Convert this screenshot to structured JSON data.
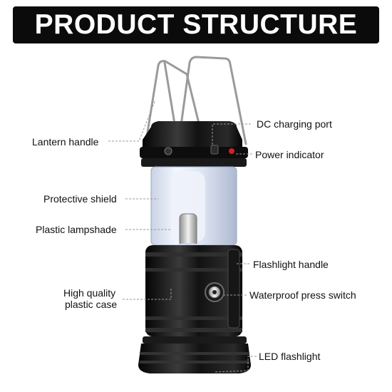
{
  "header": {
    "title": "PRODUCT STRUCTURE",
    "background": "#0b0b0b",
    "text_color": "#ffffff"
  },
  "callouts": {
    "lantern_handle": "Lantern handle",
    "protective_shield": "Protective shield",
    "plastic_lampshade": "Plastic lampshade",
    "plastic_case_line1": "High quality",
    "plastic_case_line2": "plastic case",
    "dc_port": "DC charging port",
    "power_indicator": "Power indicator",
    "flashlight_handle": "Flashlight handle",
    "press_switch": "Waterproof press switch",
    "led_flashlight": "LED flashlight"
  },
  "colors": {
    "leader_line": "#9a9a9a",
    "body": "#111111",
    "chrome": "#b8b8b8",
    "indicator": "#d42020"
  }
}
